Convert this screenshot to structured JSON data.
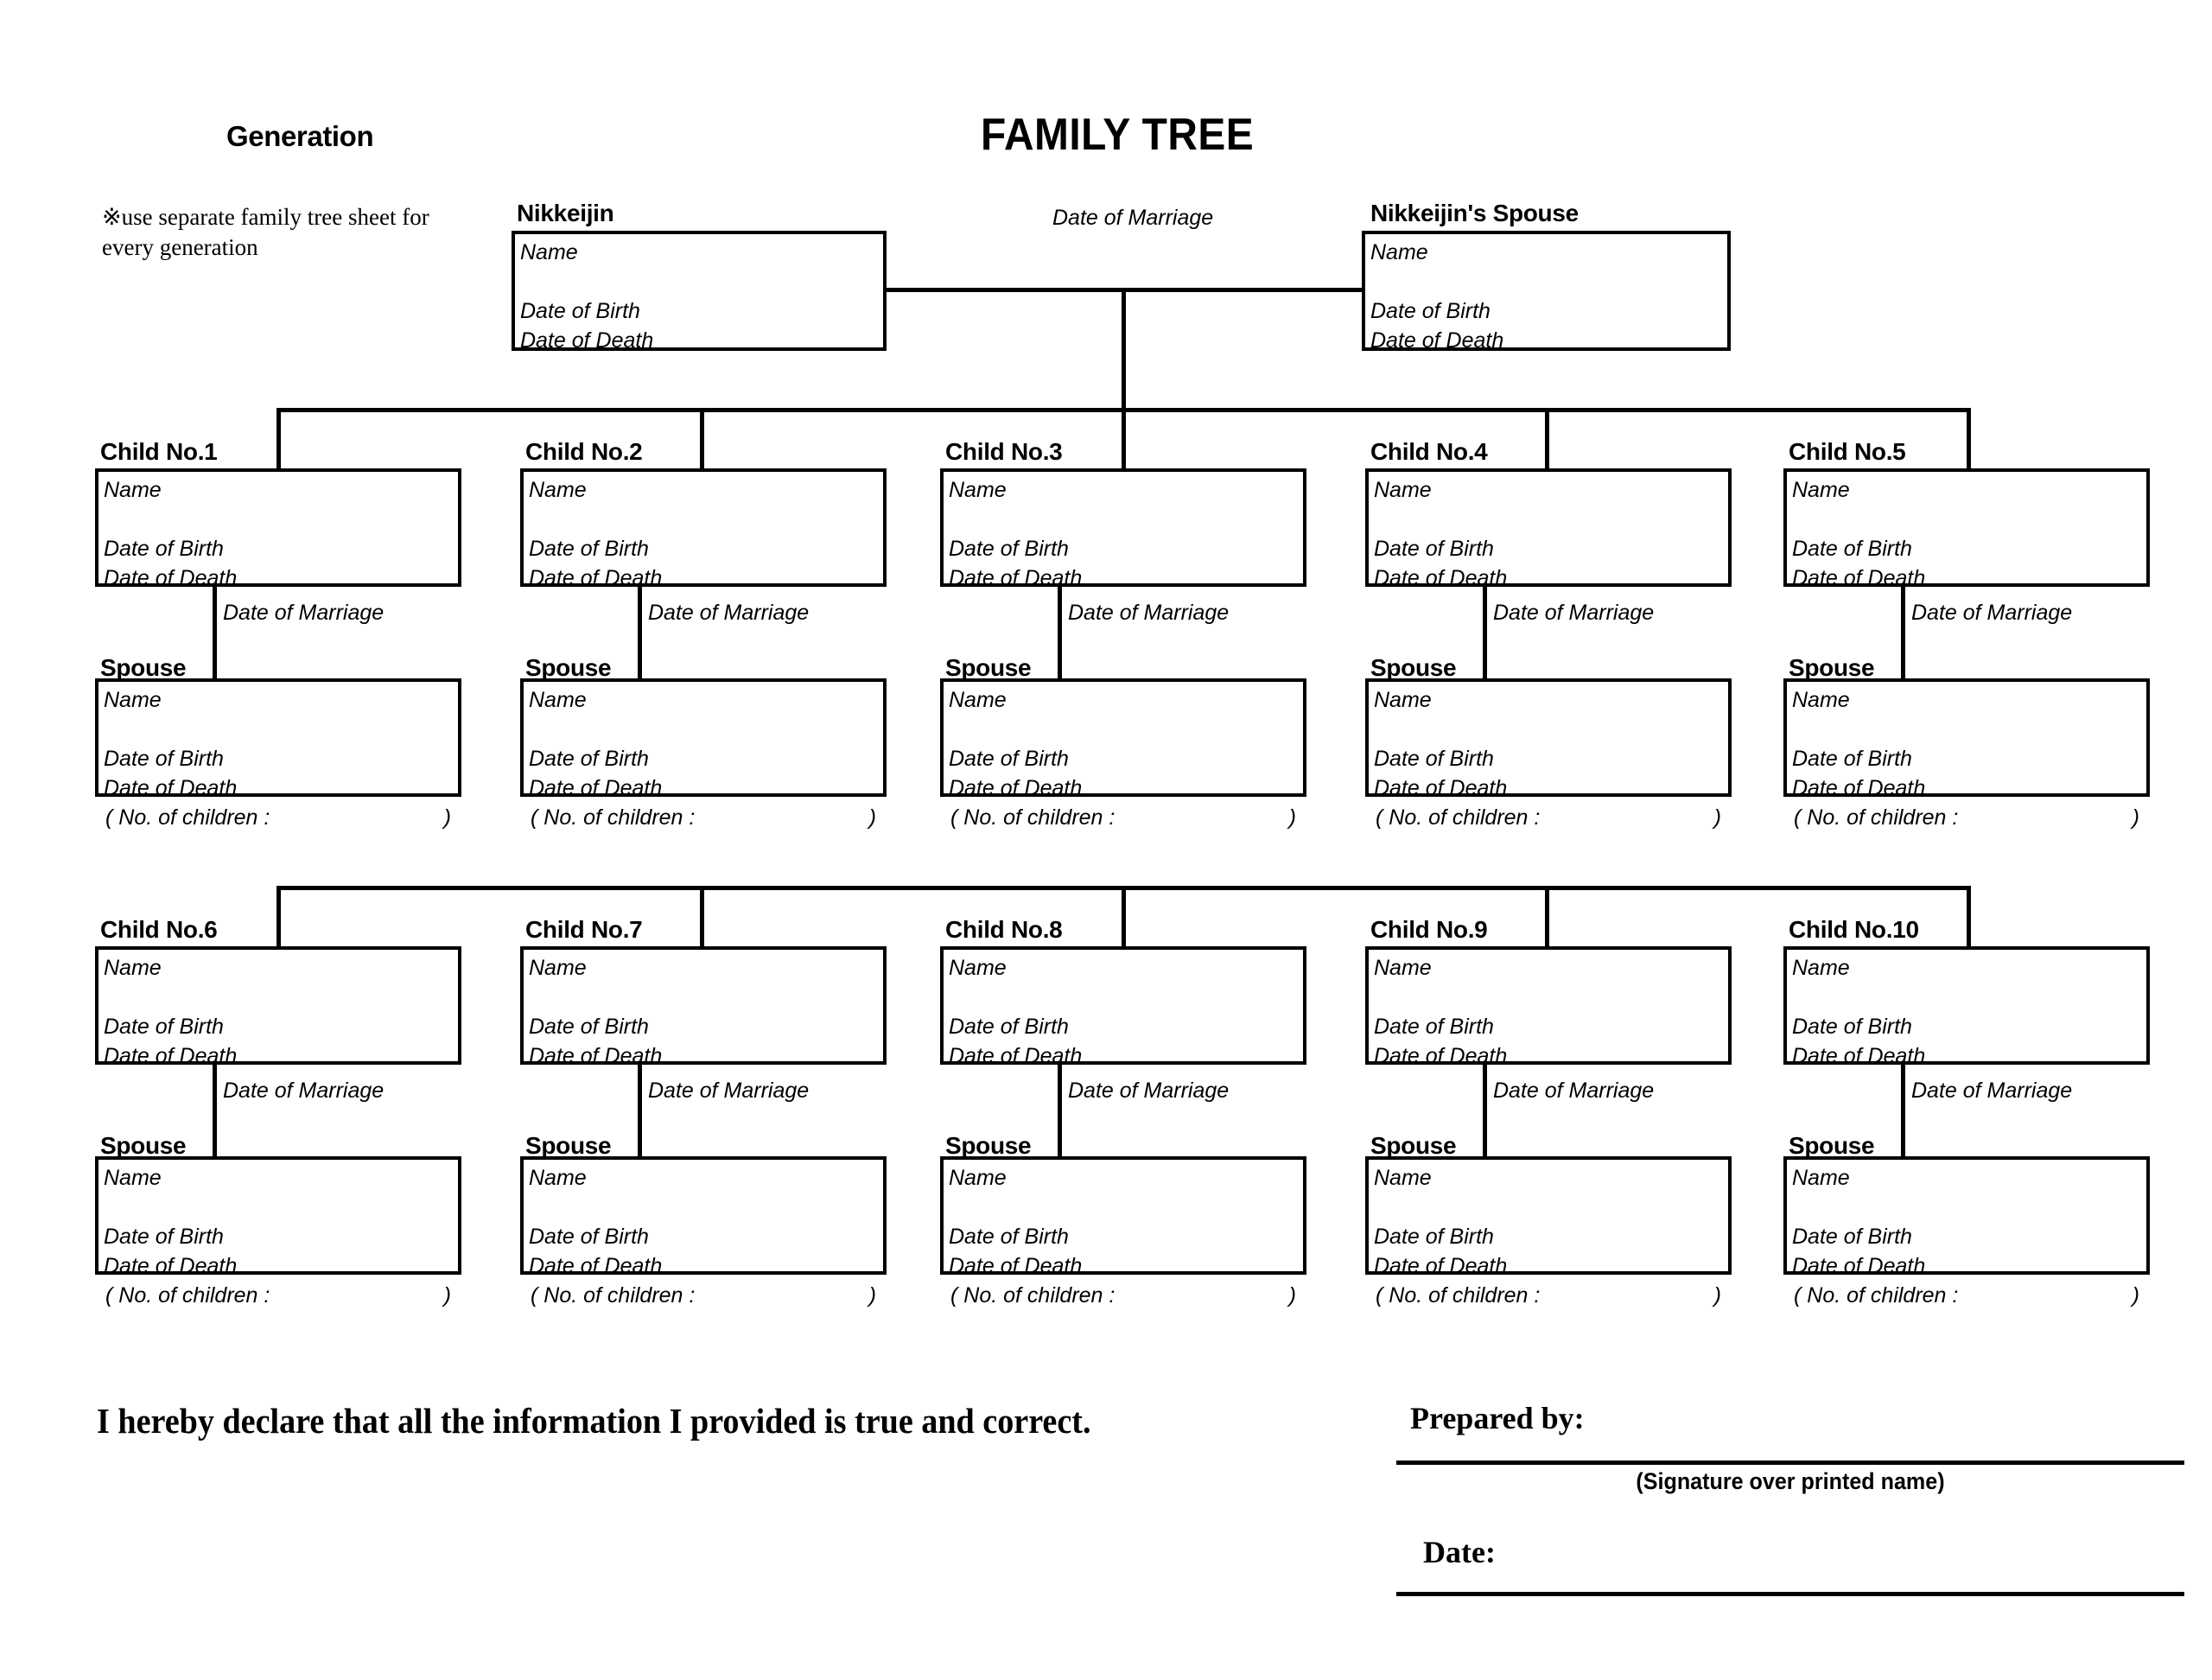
{
  "header": {
    "generation_heading": "Generation",
    "title": "FAMILY TREE",
    "note": "※use separate family tree sheet for every generation"
  },
  "labels": {
    "name": "Name",
    "date_of_birth": "Date of Birth",
    "date_of_death": "Date of Death",
    "date_of_marriage": "Date of Marriage",
    "spouse": "Spouse",
    "no_of_children_open": "( No. of children :",
    "no_of_children_close": ")"
  },
  "top_couple": {
    "principal_label": "Nikkeijin",
    "marriage_label": "Date of Marriage",
    "spouse_label": "Nikkeijin's Spouse"
  },
  "children": [
    {
      "label": "Child No.1"
    },
    {
      "label": "Child No.2"
    },
    {
      "label": "Child No.3"
    },
    {
      "label": "Child No.4"
    },
    {
      "label": "Child No.5"
    },
    {
      "label": "Child No.6"
    },
    {
      "label": "Child No.7"
    },
    {
      "label": "Child No.8"
    },
    {
      "label": "Child No.9"
    },
    {
      "label": "Child No.10"
    }
  ],
  "footer": {
    "declaration": "I hereby declare that all the information I provided is true and correct.",
    "prepared_by": "Prepared by:",
    "signature_caption": "(Signature over printed name)",
    "date": "Date:"
  },
  "colors": {
    "ink": "#000000",
    "paper": "#ffffff"
  }
}
